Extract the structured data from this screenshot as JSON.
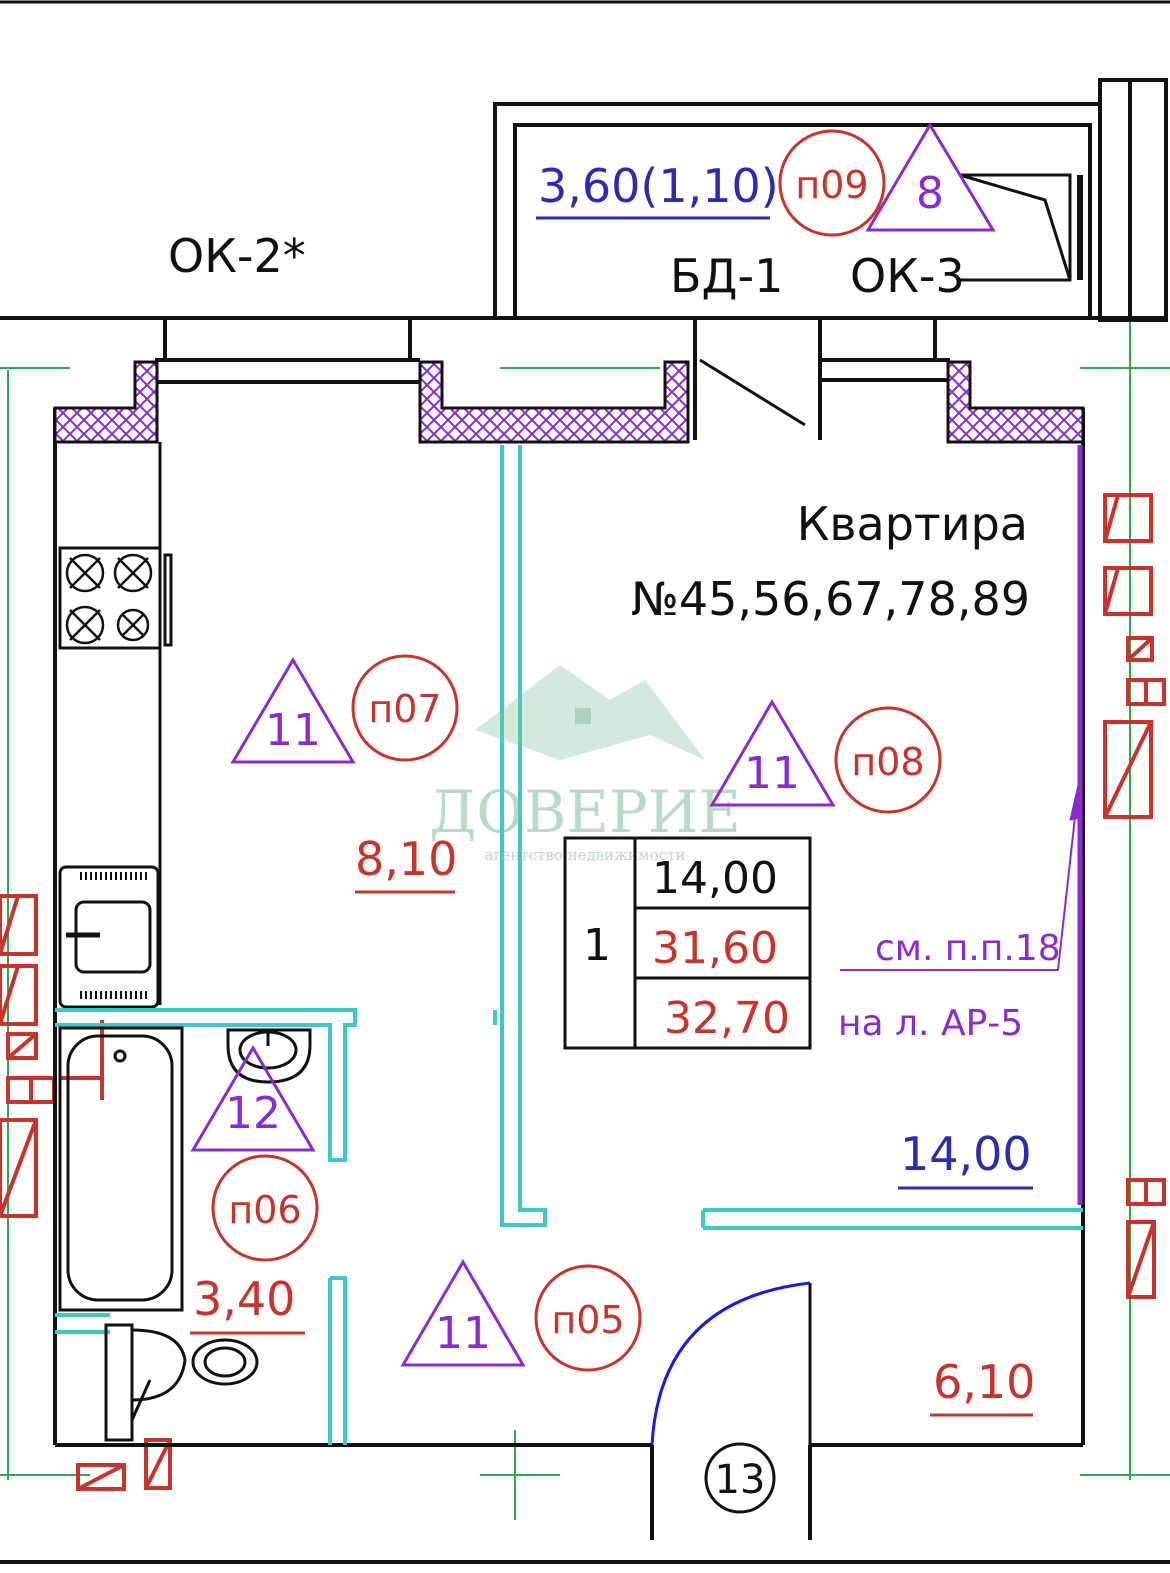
{
  "balcony": {
    "area": "3,60(1,10)",
    "room_tag": "п09",
    "finish_tag": "8",
    "door_label": "БД-1",
    "window_label_right": "ОК-3"
  },
  "window_label_left": "ОК-2*",
  "apartment": {
    "title": "Квартира",
    "numbers": "№45,56,67,78,89"
  },
  "kitchen": {
    "finish_tag": "11",
    "room_tag": "п07",
    "area": "8,10"
  },
  "living": {
    "finish_tag": "11",
    "room_tag": "п08",
    "area": "14,00"
  },
  "bathroom": {
    "finish_tag": "12",
    "room_tag": "п06",
    "area": "3,40"
  },
  "hall": {
    "finish_tag": "11",
    "room_tag": "п05",
    "area": "6,10"
  },
  "summary": {
    "rooms": "1",
    "living_area": "14,00",
    "total_area": "31,60",
    "total_with_balcony": "32,70"
  },
  "note": {
    "line1": "см. п.п.18",
    "line2": "на л. АР-5"
  },
  "axis_label": "13",
  "watermark": {
    "brand": "ДОВЕРИЕ",
    "tagline": "агентство недвижимости"
  },
  "colors": {
    "wall": "#111111",
    "hatch": "#8a2bd1",
    "partition": "#3ec9c9",
    "room_tag": "#c8332b",
    "area_blue": "#2b2bb3",
    "grid": "#2fa84f"
  }
}
